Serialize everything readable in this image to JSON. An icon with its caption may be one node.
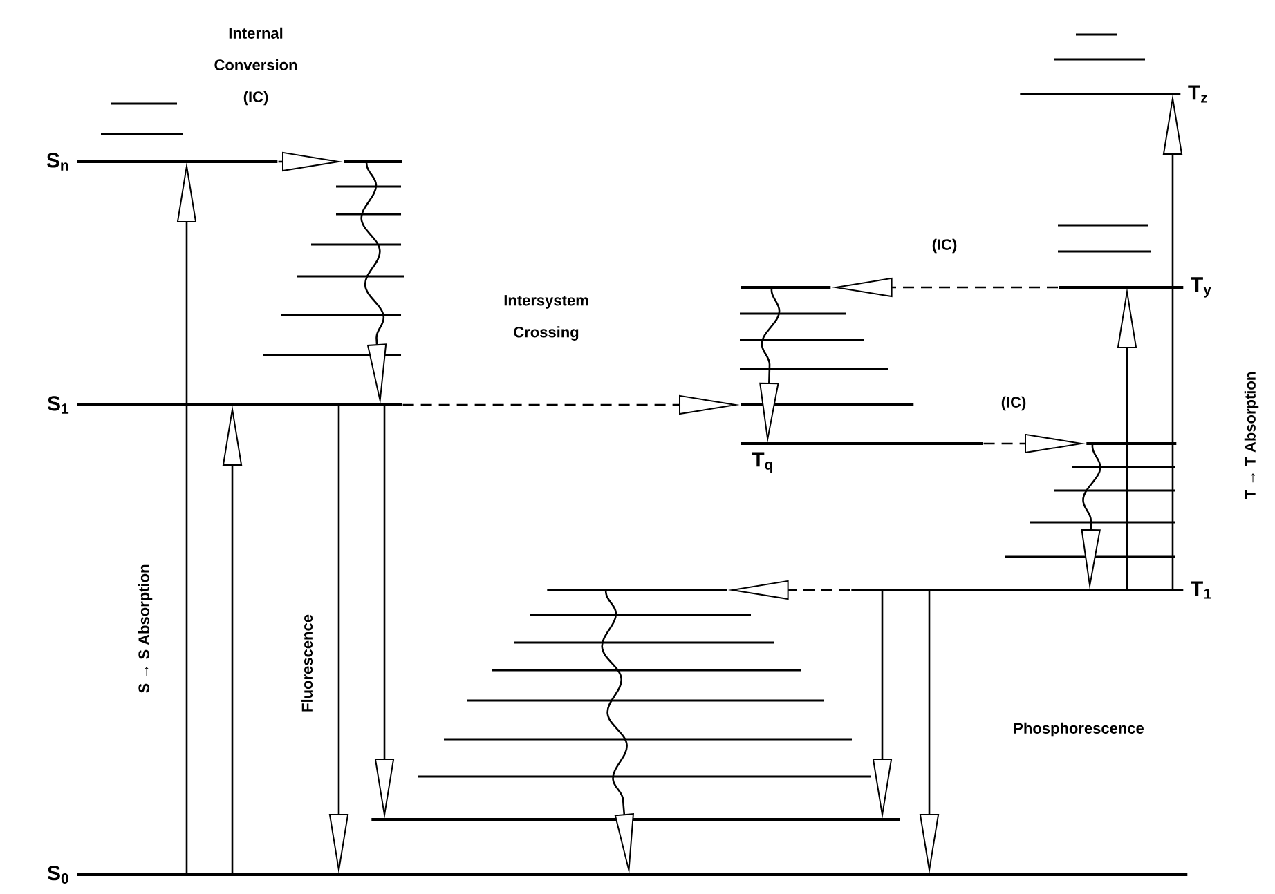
{
  "diagram": {
    "nodes": [
      {
        "text": [
          "S$_{n}$"
        ]
      },
      {
        "text": [
          "S$_{1}$"
        ]
      },
      {
        "text": [
          "S$_{0}$"
        ]
      },
      {
        "text": [
          "T$_{q}$"
        ]
      },
      {
        "text": [
          "T$_{1}$"
        ]
      },
      {
        "text": [
          "T$_{y}$"
        ]
      },
      {
        "text": [
          "T$_{z}$"
        ]
      },
      {
        "text": [],
        "shape": "bar"
      },
      {
        "text": [],
        "shape": "bar"
      },
      {
        "text": [],
        "shape": "bar"
      },
      {
        "text": [],
        "shape": "bar"
      },
      {
        "text": [],
        "shape": "bar"
      },
      {
        "text": [],
        "shape": "bar"
      }
    ],
    "edges": [
      {
        "from": 0,
        "to": 7,
        "arrow": "to",
        "style": "dashed",
        "label": "Internal Conversion (IC)"
      },
      {
        "from": 7,
        "to": 1,
        "arrow": "to"
      },
      {
        "from": 1,
        "to": 8,
        "arrow": "to",
        "style": "dashed",
        "label": "Intersystem Crossing"
      },
      {
        "from": 5,
        "to": 9,
        "arrow": "to",
        "style": "dashed",
        "label": "(IC)"
      },
      {
        "from": 9,
        "to": 3,
        "arrow": "to"
      },
      {
        "from": 3,
        "to": 10,
        "arrow": "to",
        "style": "dashed",
        "label": "(IC)"
      },
      {
        "from": 10,
        "to": 4,
        "arrow": "to"
      },
      {
        "from": 4,
        "to": 11,
        "arrow": "to",
        "style": "dashed"
      },
      {
        "from": 11,
        "to": 2,
        "arrow": "to"
      },
      {
        "from": 2,
        "to": 0,
        "arrow": "to"
      },
      {
        "from": 2,
        "to": 1,
        "arrow": "to"
      },
      {
        "from": 1,
        "to": 2,
        "arrow": "to"
      },
      {
        "from": 1,
        "to": 12,
        "arrow": "to"
      },
      {
        "from": 4,
        "to": 12,
        "arrow": "to"
      },
      {
        "from": 4,
        "to": 2,
        "arrow": "to"
      },
      {
        "from": 4,
        "to": 5,
        "arrow": "to"
      },
      {
        "from": 4,
        "to": 6,
        "arrow": "to"
      }
    ],
    "labels": [
      "S → S Absorption",
      "Fluorescence",
      "Phosphorescence",
      "T → T Absorption"
    ]
  }
}
